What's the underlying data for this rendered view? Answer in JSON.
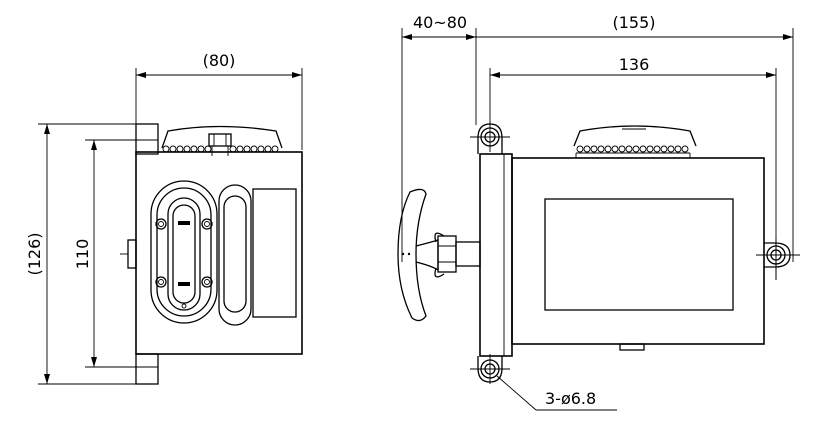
{
  "drawing": {
    "front_view": {
      "width_dim": "(80)",
      "overall_height_dim": "(126)",
      "mount_height_dim": "110"
    },
    "side_view": {
      "handle_dim": "40~80",
      "overall_length_dim": "(155)",
      "mount_length_dim": "136",
      "hole_callout": "3-ø6.8"
    }
  }
}
